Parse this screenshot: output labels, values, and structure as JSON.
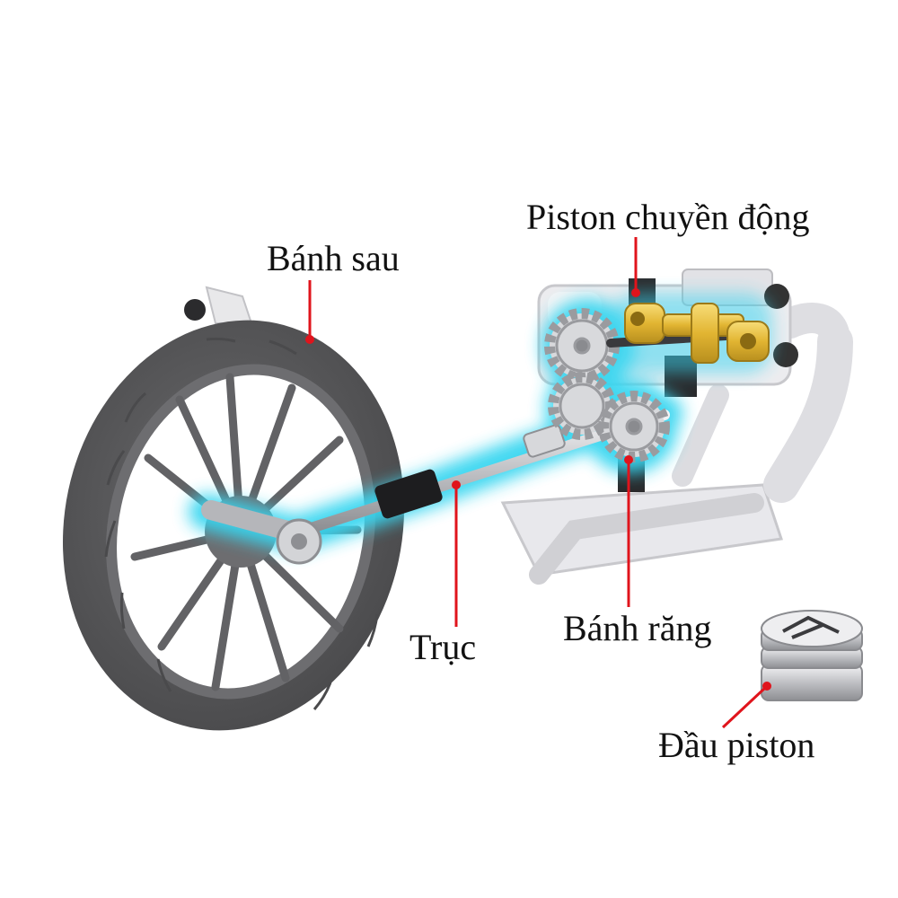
{
  "labels": {
    "rear_wheel": "Bánh sau",
    "moving_piston": "Piston chuyền động",
    "gear": "Bánh răng",
    "shaft": "Trục",
    "piston_head": "Đầu piston"
  },
  "colors": {
    "leader": "#e0141c",
    "glow": "#38d6f0",
    "tire": "#5e5e60",
    "piston": "#e3b935",
    "frame": "#dcdcdf",
    "gear": "#d9d9dc"
  }
}
